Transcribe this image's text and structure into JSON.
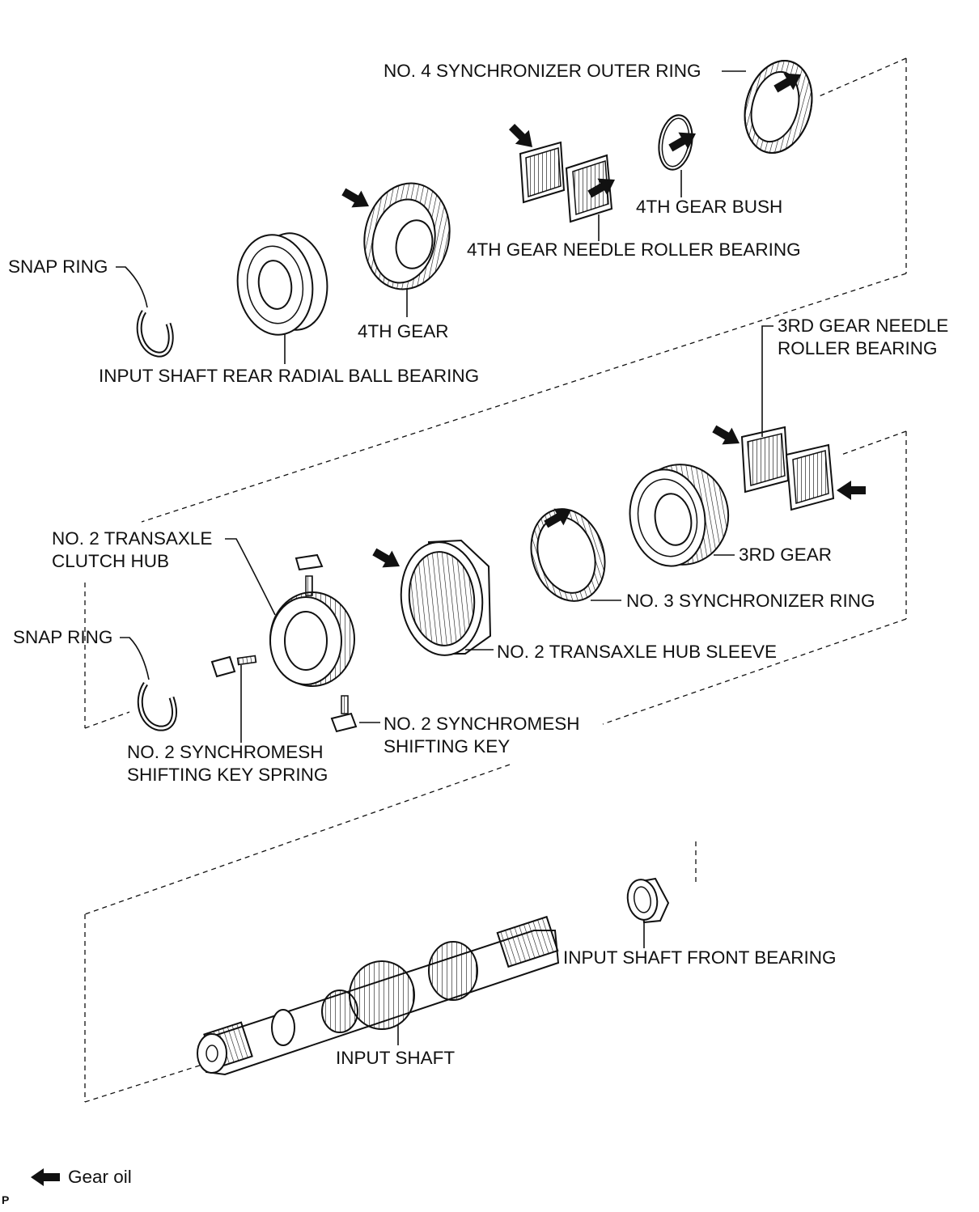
{
  "labels": {
    "no4_sync_outer_ring": "NO. 4 SYNCHRONIZER OUTER RING",
    "fourth_gear_bush": "4TH GEAR BUSH",
    "fourth_gear_needle_bearing": "4TH GEAR NEEDLE ROLLER BEARING",
    "snap_ring_top": "SNAP RING",
    "fourth_gear": "4TH GEAR",
    "input_shaft_rear_bearing": "INPUT SHAFT REAR RADIAL BALL BEARING",
    "third_gear_needle_bearing_line1": "3RD GEAR NEEDLE",
    "third_gear_needle_bearing_line2": "ROLLER BEARING",
    "no2_clutch_hub_line1": "NO. 2 TRANSAXLE",
    "no2_clutch_hub_line2": "CLUTCH HUB",
    "third_gear": "3RD GEAR",
    "no3_sync_ring": "NO. 3 SYNCHRONIZER RING",
    "snap_ring_mid": "SNAP RING",
    "no2_hub_sleeve": "NO. 2 TRANSAXLE HUB SLEEVE",
    "shifting_key_line1": "NO. 2 SYNCHROMESH",
    "shifting_key_line2": "SHIFTING KEY",
    "key_spring_line1": "NO. 2 SYNCHROMESH",
    "key_spring_line2": "SHIFTING KEY SPRING",
    "input_shaft_front_bearing": "INPUT SHAFT FRONT BEARING",
    "input_shaft": "INPUT SHAFT"
  },
  "legend": {
    "gear_oil": "Gear oil"
  },
  "corner_mark": "P"
}
